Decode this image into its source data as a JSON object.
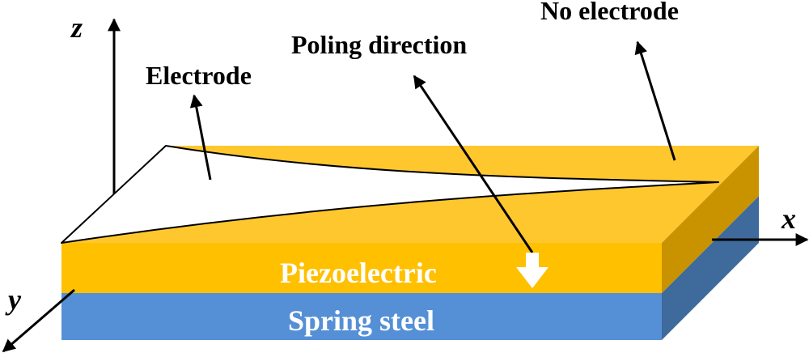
{
  "labels": {
    "electrode": "Electrode",
    "no_electrode": "No electrode",
    "poling_direction": "Poling direction",
    "piezoelectric": "Piezoelectric",
    "spring_steel": "Spring steel"
  },
  "axes": {
    "x": "x",
    "y": "y",
    "z": "z"
  },
  "colors": {
    "piezo_top": "#FFC72E",
    "piezo_front": "#FFC000",
    "piezo_side": "#C99300",
    "steel_front": "#5590D6",
    "steel_side": "#3F6A9C",
    "electrode": "#FFFFFF",
    "layer_text": "#FFFFFF"
  },
  "icons": {
    "poling": "down-arrow-icon"
  }
}
